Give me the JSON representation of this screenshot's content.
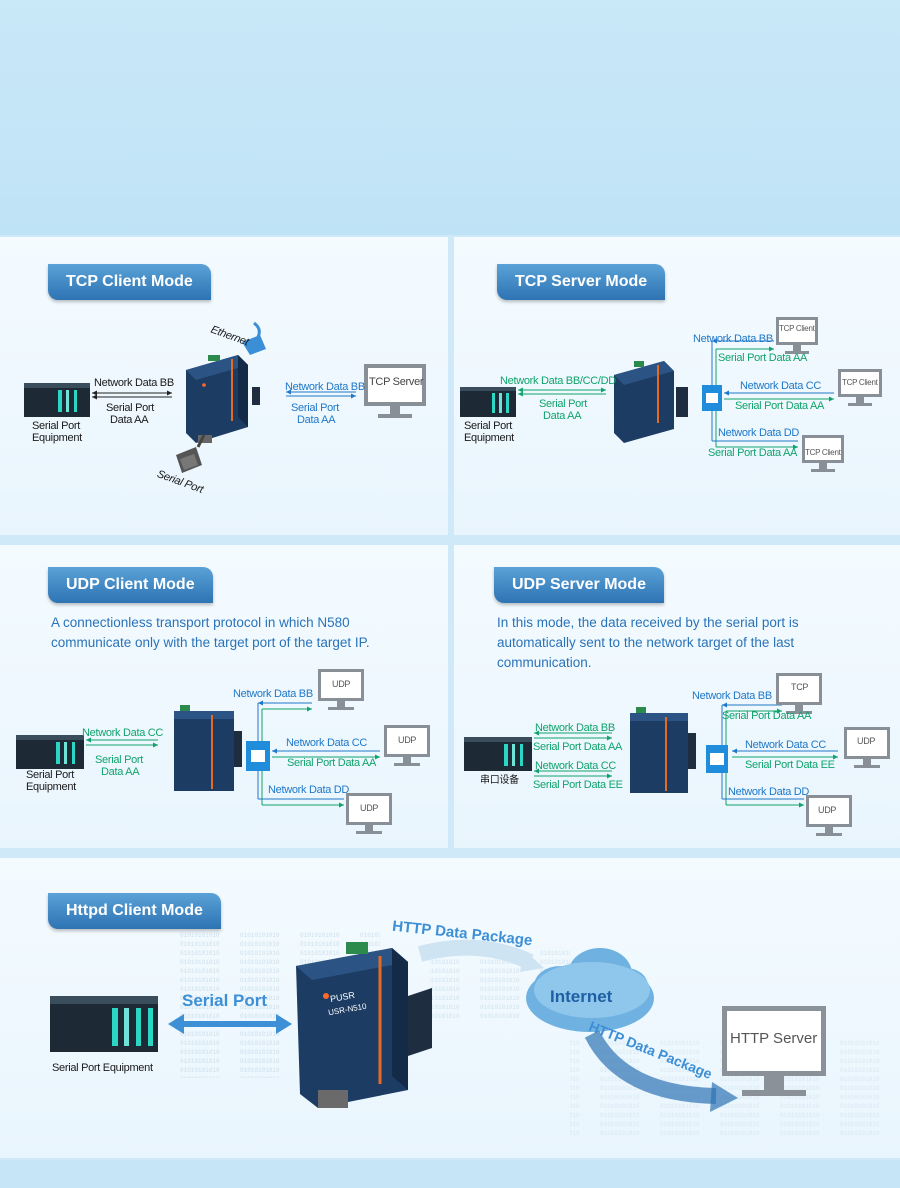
{
  "tcp_client": {
    "title": "TCP Client Mode",
    "network_data": "Network Data BB",
    "serial_data_1": "Serial Port",
    "serial_data_2": "Data AA",
    "device_label_1": "Serial Port",
    "device_label_2": "Equipment",
    "ethernet": "Ethernet",
    "serial_port": "Serial Port",
    "right_network": "Network Data BB",
    "right_serial_1": "Serial Port",
    "right_serial_2": "Data AA",
    "server": "TCP Server"
  },
  "tcp_server": {
    "title": "TCP Server Mode",
    "left_network": "Network Data BB/CC/DD",
    "left_serial_1": "Serial Port",
    "left_serial_2": "Data AA",
    "device_label_1": "Serial Port",
    "device_label_2": "Equipment",
    "net_bb": "Network Data BB",
    "ser_aa_1": "Serial Port Data AA",
    "net_cc": "Network Data CC",
    "ser_aa_2": "Serial Port Data AA",
    "net_dd": "Network Data DD",
    "ser_aa_3": "Serial Port Data AA",
    "client": "TCP Client"
  },
  "udp_client": {
    "title": "UDP Client Mode",
    "desc_1": "A connectionless transport protocol in which N580",
    "desc_2": "communicate only with the target port of the target IP.",
    "left_network": "Network Data CC",
    "left_serial_1": "Serial Port",
    "left_serial_2": "Data AA",
    "device_label_1": "Serial Port",
    "device_label_2": "Equipment",
    "net_bb": "Network Data BB",
    "net_cc": "Network Data CC",
    "ser_aa": "Serial Port Data AA",
    "net_dd": "Network Data DD",
    "udp": "UDP"
  },
  "udp_server": {
    "title": "UDP Server Mode",
    "desc_1": "In this mode, the data received by the serial port is",
    "desc_2": "automatically sent to the network target of the last",
    "desc_3": "communication.",
    "l_net_bb": "Network Data BB",
    "l_ser_aa": "Serial Port Data AA",
    "l_net_cc": "Network Data CC",
    "l_ser_ee": "Serial Port Data EE",
    "device_label": "串口设备",
    "net_bb": "Network Data BB",
    "ser_aa": "Serial Port  Data AA",
    "net_cc": "Network Data CC",
    "ser_ee": "Serial Port  Data EE",
    "net_dd": "Network Data DD",
    "tcp": "TCP",
    "udp": "UDP"
  },
  "httpd": {
    "title": "Httpd Client Mode",
    "serial_port": "Serial Port",
    "device_label": "Serial Port Equipment",
    "http_top": "HTTP Data Package",
    "internet": "Internet",
    "http_bottom": "HTTP Data Package",
    "server": "HTTP Server"
  },
  "device": {
    "brand": "PUSR",
    "model": "USR-N510"
  },
  "colors": {
    "blue": "#1f78c8",
    "green": "#11a36b",
    "badge": "#2e73b3"
  }
}
